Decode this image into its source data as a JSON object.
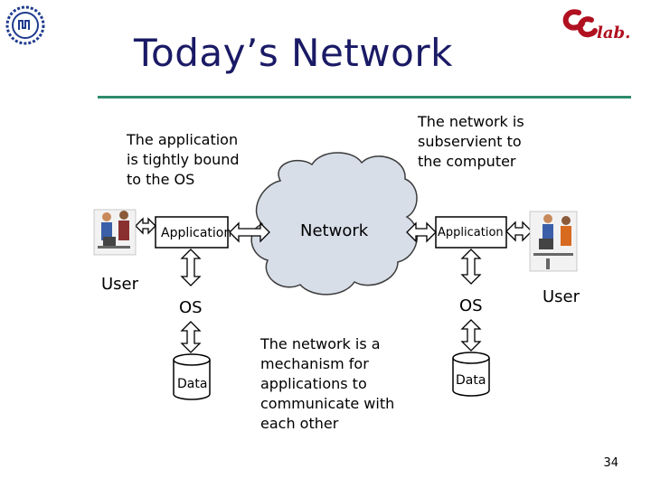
{
  "slide": {
    "title": "Today’s Network",
    "page_number": "34"
  },
  "logos": {
    "left": "university-seal-logo",
    "right_text": "CClab."
  },
  "notes": {
    "left_top": "The application\nis tightly bound\nto the OS",
    "right_top": "The network is\nsubservient to\nthe computer",
    "bottom_center": "The network is a\nmechanism for\napplications to\ncommunicate with\neach other"
  },
  "diagram": {
    "left_application": "Application",
    "right_application": "Application",
    "network": "Network",
    "left_os": "OS",
    "right_os": "OS",
    "left_data": "Data",
    "right_data": "Data",
    "left_user": "User",
    "right_user": "User"
  }
}
